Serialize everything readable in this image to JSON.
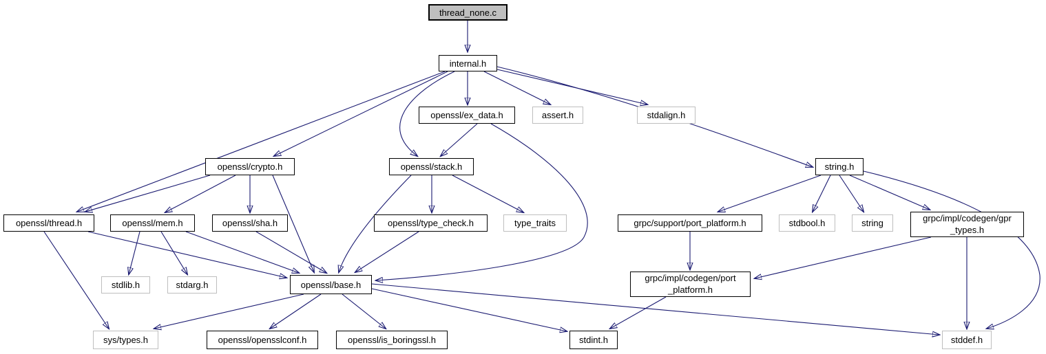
{
  "diagram": {
    "type": "include-dependency-graph",
    "root_file": "thread_none.c",
    "colors": {
      "edge": "#191970",
      "node_fill": "#ffffff",
      "root_fill": "#bfbfbf",
      "internal_border": "#000000",
      "external_border": "#bebebe"
    },
    "nodes": {
      "thread_none_c": {
        "label": "thread_none.c"
      },
      "internal_h": {
        "label": "internal.h"
      },
      "ex_data_h": {
        "label": "openssl/ex_data.h"
      },
      "assert_h": {
        "label": "assert.h"
      },
      "stdalign_h": {
        "label": "stdalign.h"
      },
      "crypto_h": {
        "label": "openssl/crypto.h"
      },
      "stack_h": {
        "label": "openssl/stack.h"
      },
      "string_h": {
        "label": "string.h"
      },
      "thread_h": {
        "label": "openssl/thread.h"
      },
      "mem_h": {
        "label": "openssl/mem.h"
      },
      "sha_h": {
        "label": "openssl/sha.h"
      },
      "type_check_h": {
        "label": "openssl/type_check.h"
      },
      "type_traits": {
        "label": "type_traits"
      },
      "support_port_platform_h": {
        "label": "grpc/support/port_platform.h"
      },
      "stdbool_h": {
        "label": "stdbool.h"
      },
      "string_lib": {
        "label": "string"
      },
      "gpr_types_h": {
        "line1": "grpc/impl/codegen/gpr",
        "line2": "_types.h"
      },
      "stdlib_h": {
        "label": "stdlib.h"
      },
      "stdarg_h": {
        "label": "stdarg.h"
      },
      "base_h": {
        "label": "openssl/base.h"
      },
      "codegen_port_platform_h": {
        "line1": "grpc/impl/codegen/port",
        "line2": "_platform.h"
      },
      "sys_types_h": {
        "label": "sys/types.h"
      },
      "opensslconf_h": {
        "label": "openssl/opensslconf.h"
      },
      "is_boringssl_h": {
        "label": "openssl/is_boringssl.h"
      },
      "stdint_h": {
        "label": "stdint.h"
      },
      "stddef_h": {
        "label": "stddef.h"
      }
    },
    "edges": [
      {
        "from": "thread_none.c",
        "to": "internal.h"
      },
      {
        "from": "internal.h",
        "to": "openssl/thread.h"
      },
      {
        "from": "internal.h",
        "to": "openssl/crypto.h"
      },
      {
        "from": "internal.h",
        "to": "openssl/stack.h"
      },
      {
        "from": "internal.h",
        "to": "openssl/ex_data.h"
      },
      {
        "from": "internal.h",
        "to": "assert.h"
      },
      {
        "from": "internal.h",
        "to": "stdalign.h"
      },
      {
        "from": "internal.h",
        "to": "string.h"
      },
      {
        "from": "openssl/ex_data.h",
        "to": "openssl/stack.h"
      },
      {
        "from": "openssl/ex_data.h",
        "to": "openssl/base.h"
      },
      {
        "from": "openssl/crypto.h",
        "to": "openssl/thread.h"
      },
      {
        "from": "openssl/crypto.h",
        "to": "openssl/mem.h"
      },
      {
        "from": "openssl/crypto.h",
        "to": "openssl/sha.h"
      },
      {
        "from": "openssl/crypto.h",
        "to": "openssl/base.h"
      },
      {
        "from": "openssl/stack.h",
        "to": "openssl/base.h"
      },
      {
        "from": "openssl/stack.h",
        "to": "openssl/type_check.h"
      },
      {
        "from": "openssl/stack.h",
        "to": "type_traits"
      },
      {
        "from": "openssl/type_check.h",
        "to": "openssl/base.h"
      },
      {
        "from": "openssl/thread.h",
        "to": "openssl/base.h"
      },
      {
        "from": "openssl/thread.h",
        "to": "sys/types.h"
      },
      {
        "from": "openssl/mem.h",
        "to": "stdlib.h"
      },
      {
        "from": "openssl/mem.h",
        "to": "stdarg.h"
      },
      {
        "from": "openssl/mem.h",
        "to": "openssl/base.h"
      },
      {
        "from": "openssl/sha.h",
        "to": "openssl/base.h"
      },
      {
        "from": "string.h",
        "to": "grpc/support/port_platform.h"
      },
      {
        "from": "string.h",
        "to": "stdbool.h"
      },
      {
        "from": "string.h",
        "to": "string"
      },
      {
        "from": "string.h",
        "to": "grpc/impl/codegen/gpr_types.h"
      },
      {
        "from": "string.h",
        "to": "stddef.h"
      },
      {
        "from": "grpc/support/port_platform.h",
        "to": "grpc/impl/codegen/port_platform.h"
      },
      {
        "from": "grpc/impl/codegen/gpr_types.h",
        "to": "grpc/impl/codegen/port_platform.h"
      },
      {
        "from": "grpc/impl/codegen/gpr_types.h",
        "to": "stddef.h"
      },
      {
        "from": "grpc/impl/codegen/port_platform.h",
        "to": "stdint.h"
      },
      {
        "from": "openssl/base.h",
        "to": "sys/types.h"
      },
      {
        "from": "openssl/base.h",
        "to": "openssl/opensslconf.h"
      },
      {
        "from": "openssl/base.h",
        "to": "openssl/is_boringssl.h"
      },
      {
        "from": "openssl/base.h",
        "to": "stdint.h"
      },
      {
        "from": "openssl/base.h",
        "to": "stddef.h"
      }
    ]
  }
}
